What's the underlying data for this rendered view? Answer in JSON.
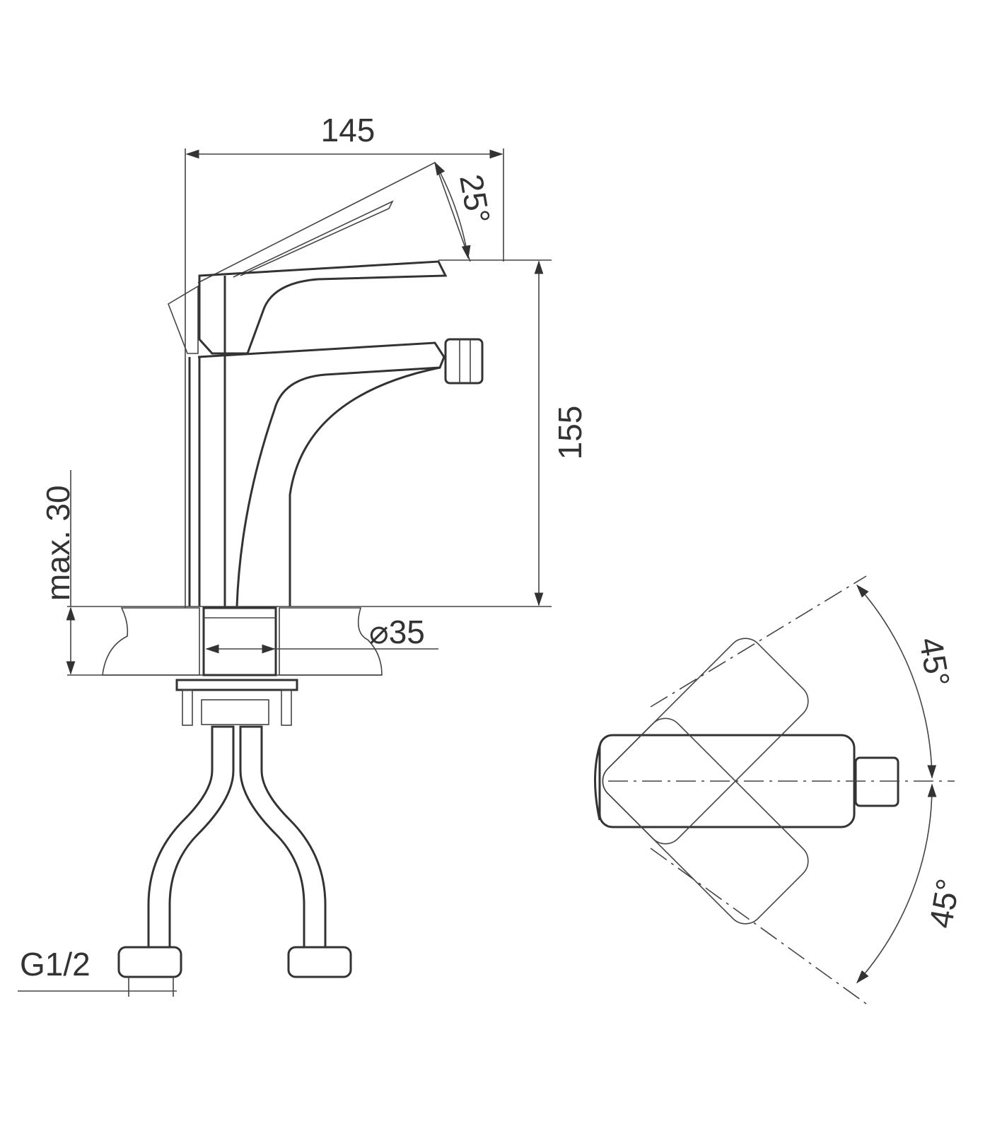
{
  "drawing": {
    "title": "Bidet mixer dimensional drawing",
    "dimensions": {
      "width": "145",
      "height": "155",
      "lever_angle": "25°",
      "max_deck": "max. 30",
      "hole_diameter": "⌀35",
      "connection": "G1/2",
      "swivel_left": "45°",
      "swivel_right": "45°"
    },
    "colors": {
      "line": "#333333",
      "background": "#ffffff"
    }
  }
}
